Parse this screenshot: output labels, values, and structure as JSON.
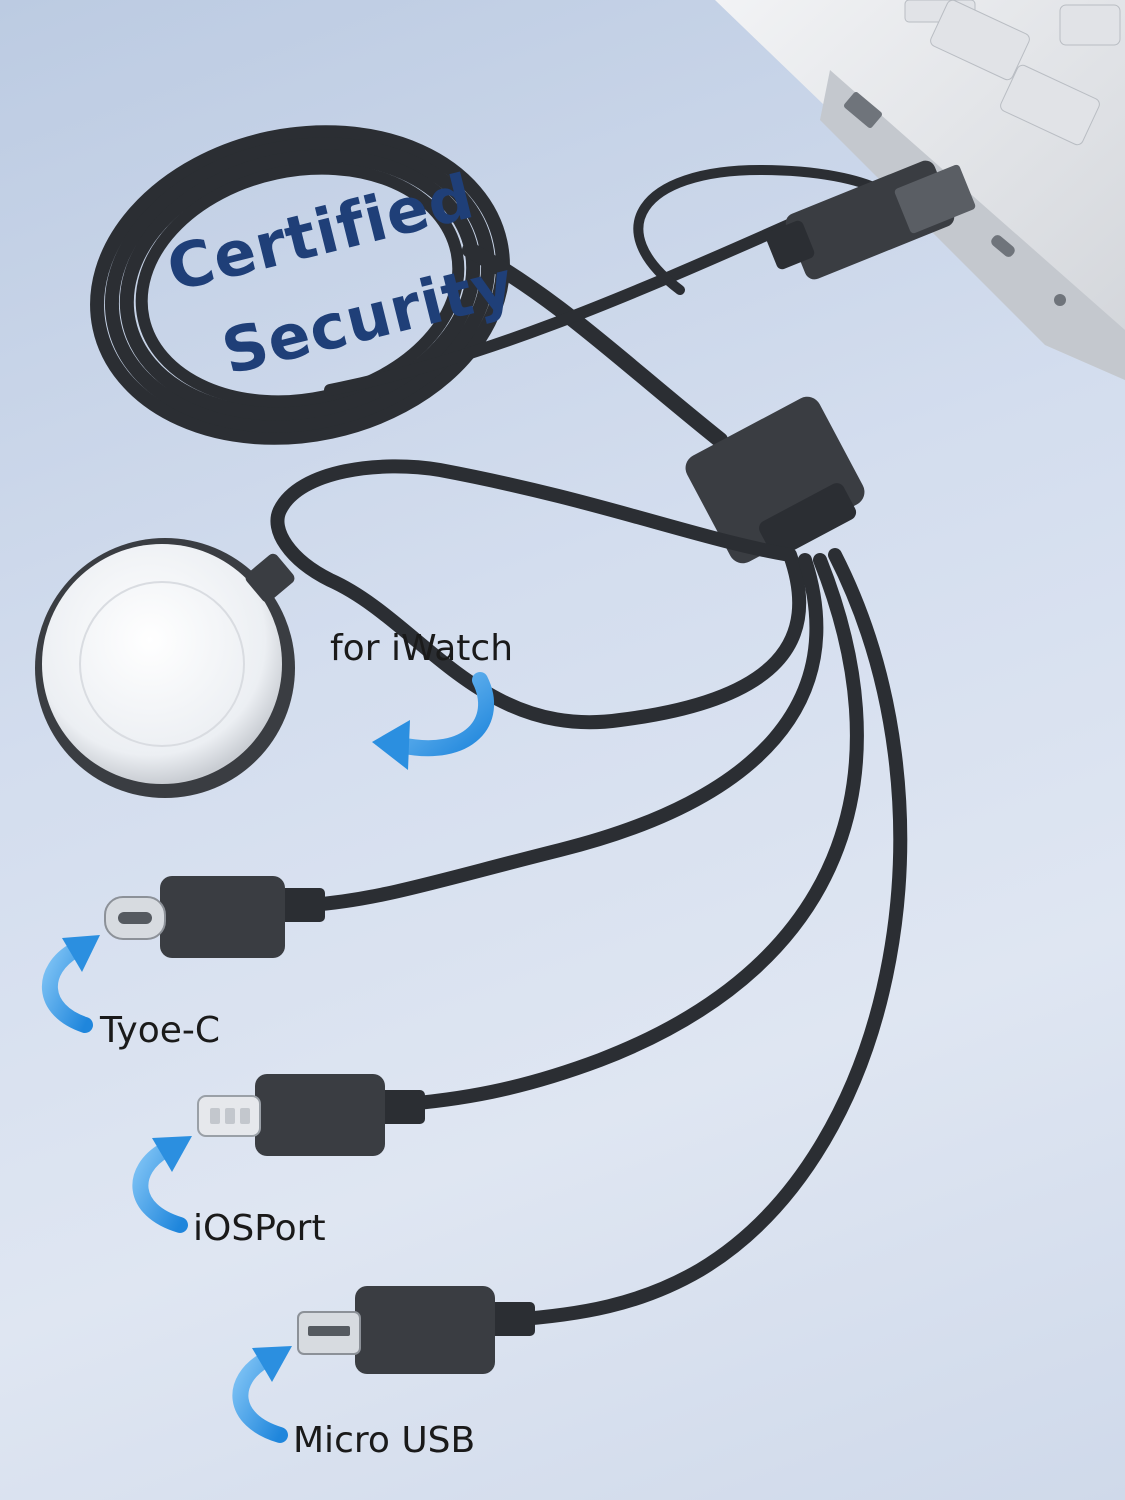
{
  "badge": {
    "line1": "Certified",
    "line2": "Security"
  },
  "labels": {
    "iwatch": "for iWatch",
    "typec": "Tyoe-C",
    "ios": "iOSPort",
    "micro": "Micro USB"
  },
  "colors": {
    "background": "#d3ddee",
    "cable": "#2b2e33",
    "connector": "#3a3d42",
    "arrow": "#2b8fe0",
    "badge_text": "#1f3f78"
  },
  "icons": [
    "laptop",
    "usb-a-connector",
    "usb-c-connector",
    "watch-charger-puck",
    "lightning-connector",
    "micro-usb-connector",
    "curved-arrow"
  ]
}
